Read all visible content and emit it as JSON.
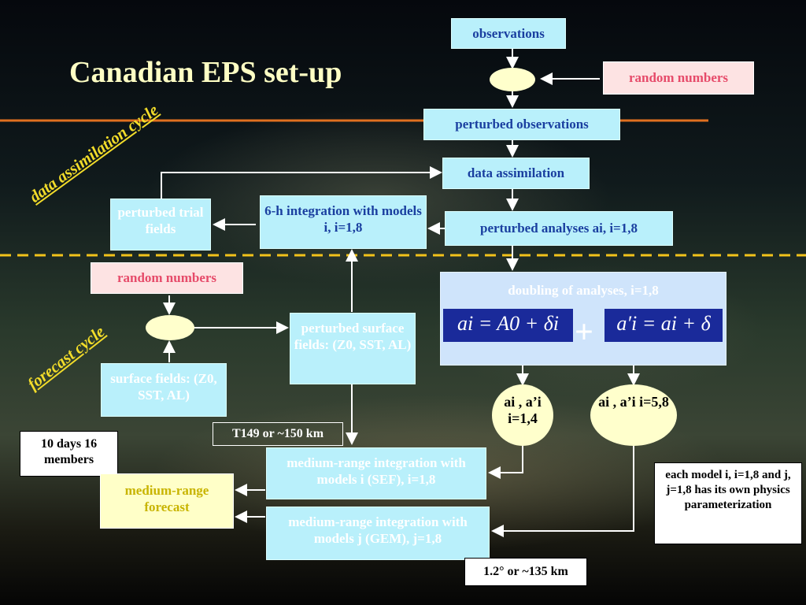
{
  "slide": {
    "title": "Canadian EPS set-up",
    "cycle_assim": "data assimilation cycle",
    "cycle_forecast": "forecast cycle"
  },
  "boxes": {
    "observations": "observations",
    "random_numbers_top": "random numbers",
    "perturbed_observations": "perturbed observations",
    "data_assimilation": "data assimilation",
    "perturbed_trial_fields": "perturbed trial fields",
    "integration_6h": "6-h integration with models i, i=1,8",
    "perturbed_analyses": "perturbed analyses ai, i=1,8",
    "random_numbers_mid": "random numbers",
    "doubling_title": "doubling of analyses, i=1,8",
    "formula_left": "ai = A0 + δi",
    "formula_right": "a′i = ai + δ",
    "plus": "+",
    "perturbed_surface_fields": "perturbed surface fields: (Z0, SST, AL)",
    "surface_fields": "surface fields: (Z0, SST, AL)",
    "ellipse_a": "ai , a’i i=1,4",
    "ellipse_b": "ai , a’i i=5,8",
    "days_members": "10 days 16 members",
    "t149": "T149 or ~150 km",
    "medium_range_sef": "medium-range integration with models i (SEF), i=1,8",
    "medium_range_forecast": "medium-range forecast",
    "medium_range_gem": "medium-range integration with models j (GEM), j=1,8",
    "physics_note": "each model i, i=1,8 and j, j=1,8 has its own physics parameterization",
    "resolution_gem": "1.2° or ~135 km"
  },
  "colors": {
    "title": "#ffffc4",
    "cycle_label": "#f2dc2a",
    "orange_line": "#e07020",
    "dashed_line": "#f2c21a",
    "cyan_box": "#b9f0fb",
    "pink_box": "#fde3e3",
    "formula_bg": "#1a2a9a"
  }
}
